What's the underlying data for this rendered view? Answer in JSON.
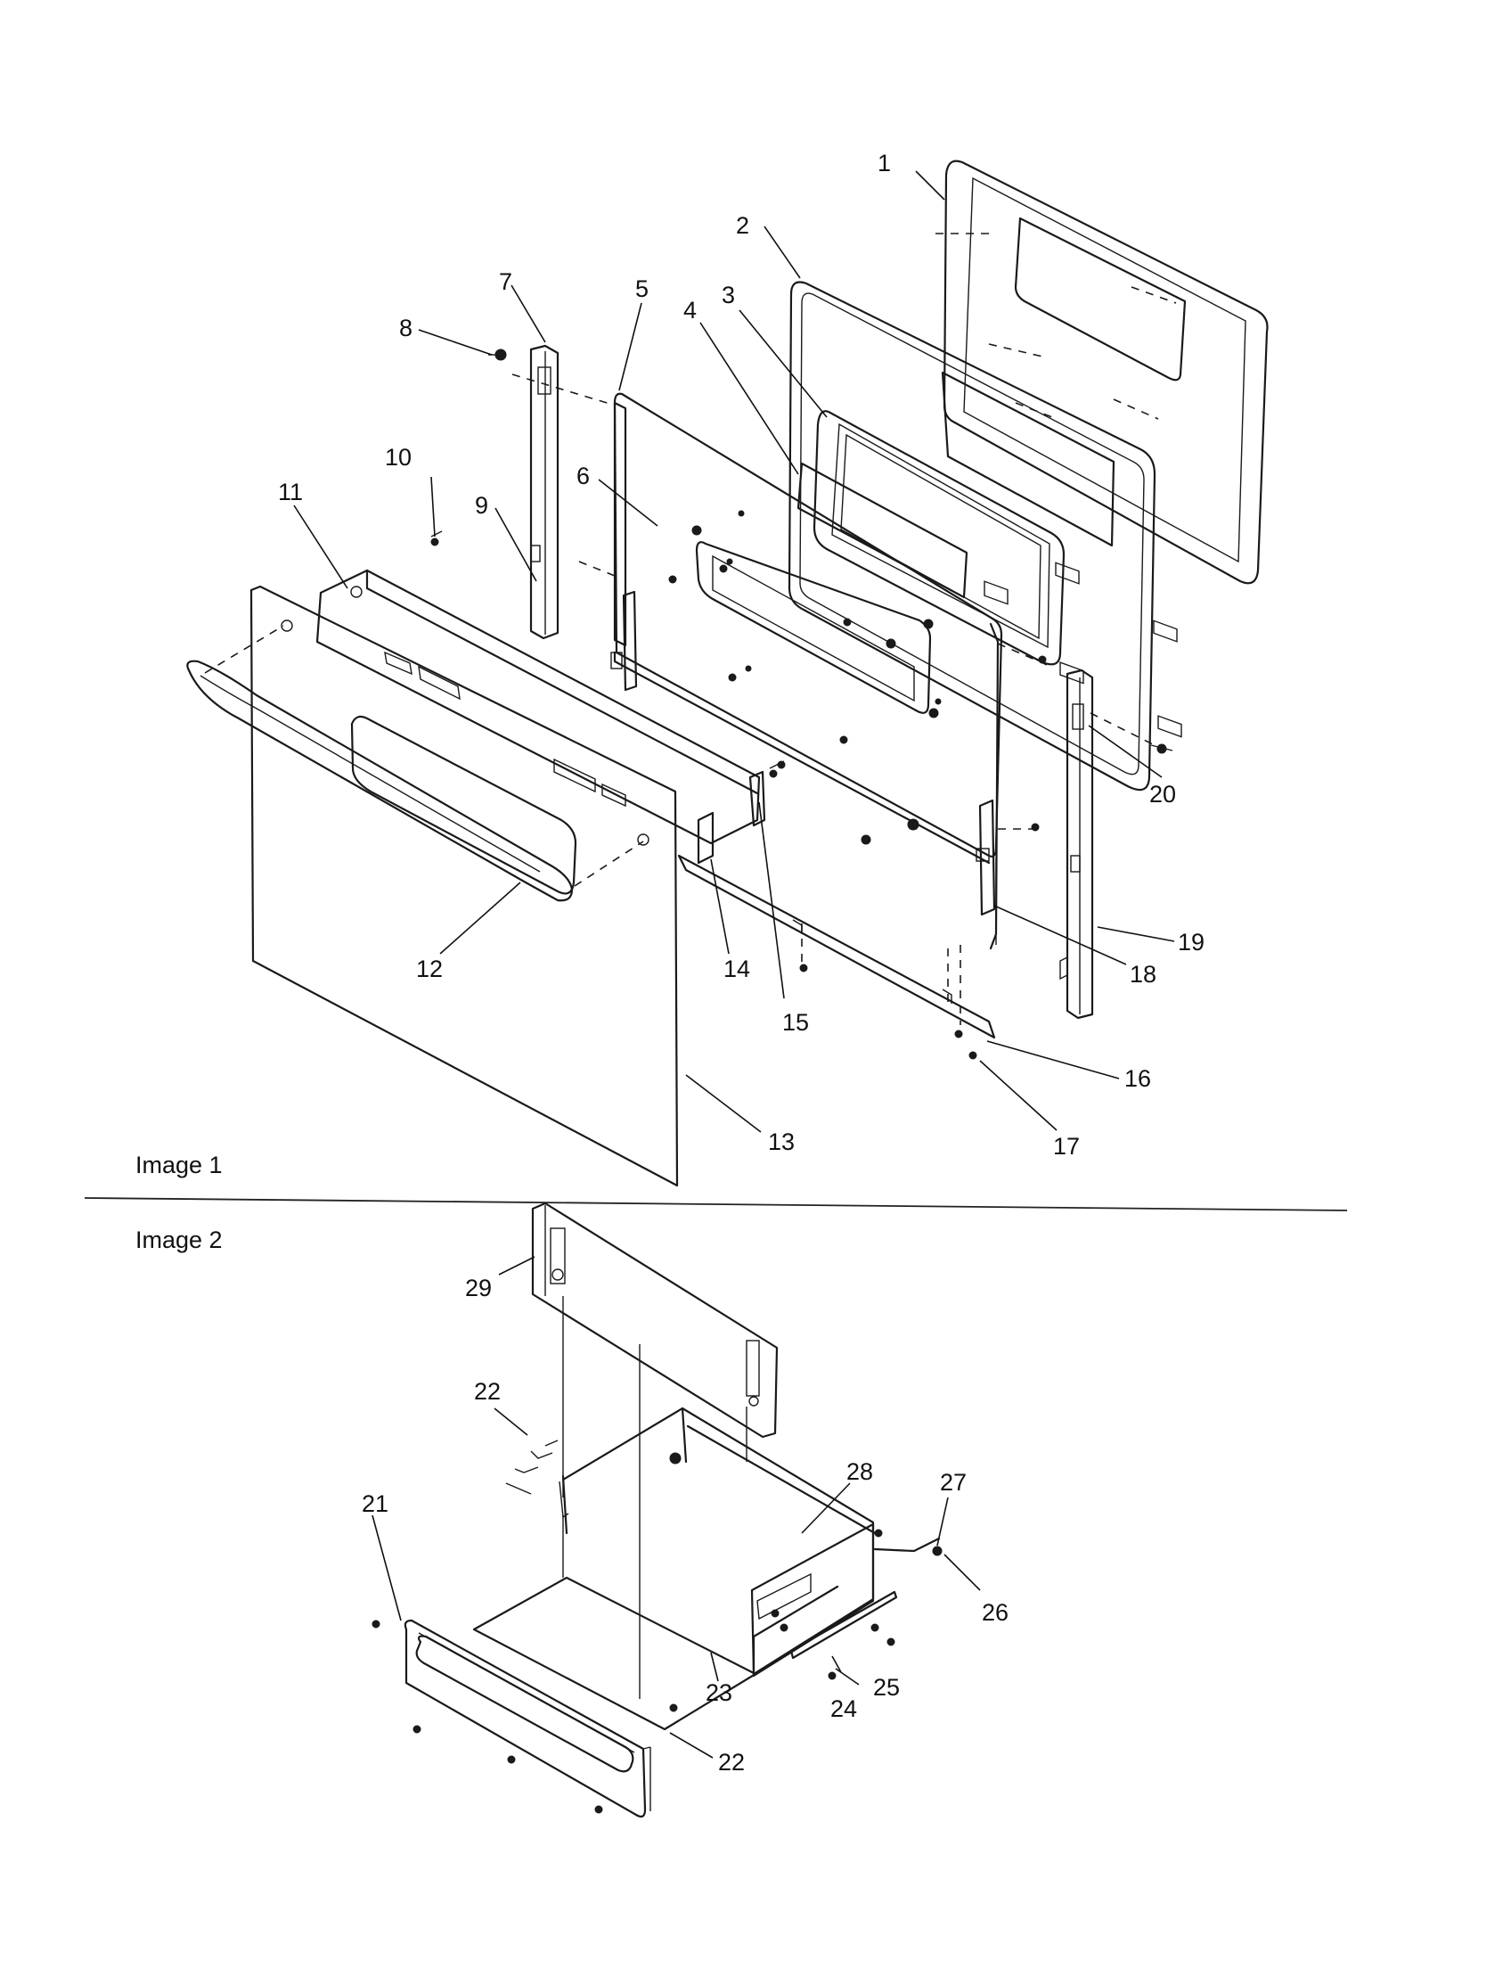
{
  "image_labels": [
    "Image 1",
    "Image 2"
  ],
  "callouts": {
    "c1": "1",
    "c2": "2",
    "c3": "3",
    "c4": "4",
    "c5": "5",
    "c6": "6",
    "c7": "7",
    "c8": "8",
    "c9": "9",
    "c10": "10",
    "c11": "11",
    "c12": "12",
    "c13": "13",
    "c14": "14",
    "c15": "15",
    "c16": "16",
    "c17": "17",
    "c18": "18",
    "c19": "19",
    "c20": "20",
    "c21": "21",
    "c22a": "22",
    "c22b": "22",
    "c23": "23",
    "c24": "24",
    "c25": "25",
    "c26": "26",
    "c27": "27",
    "c28": "28",
    "c29": "29"
  }
}
